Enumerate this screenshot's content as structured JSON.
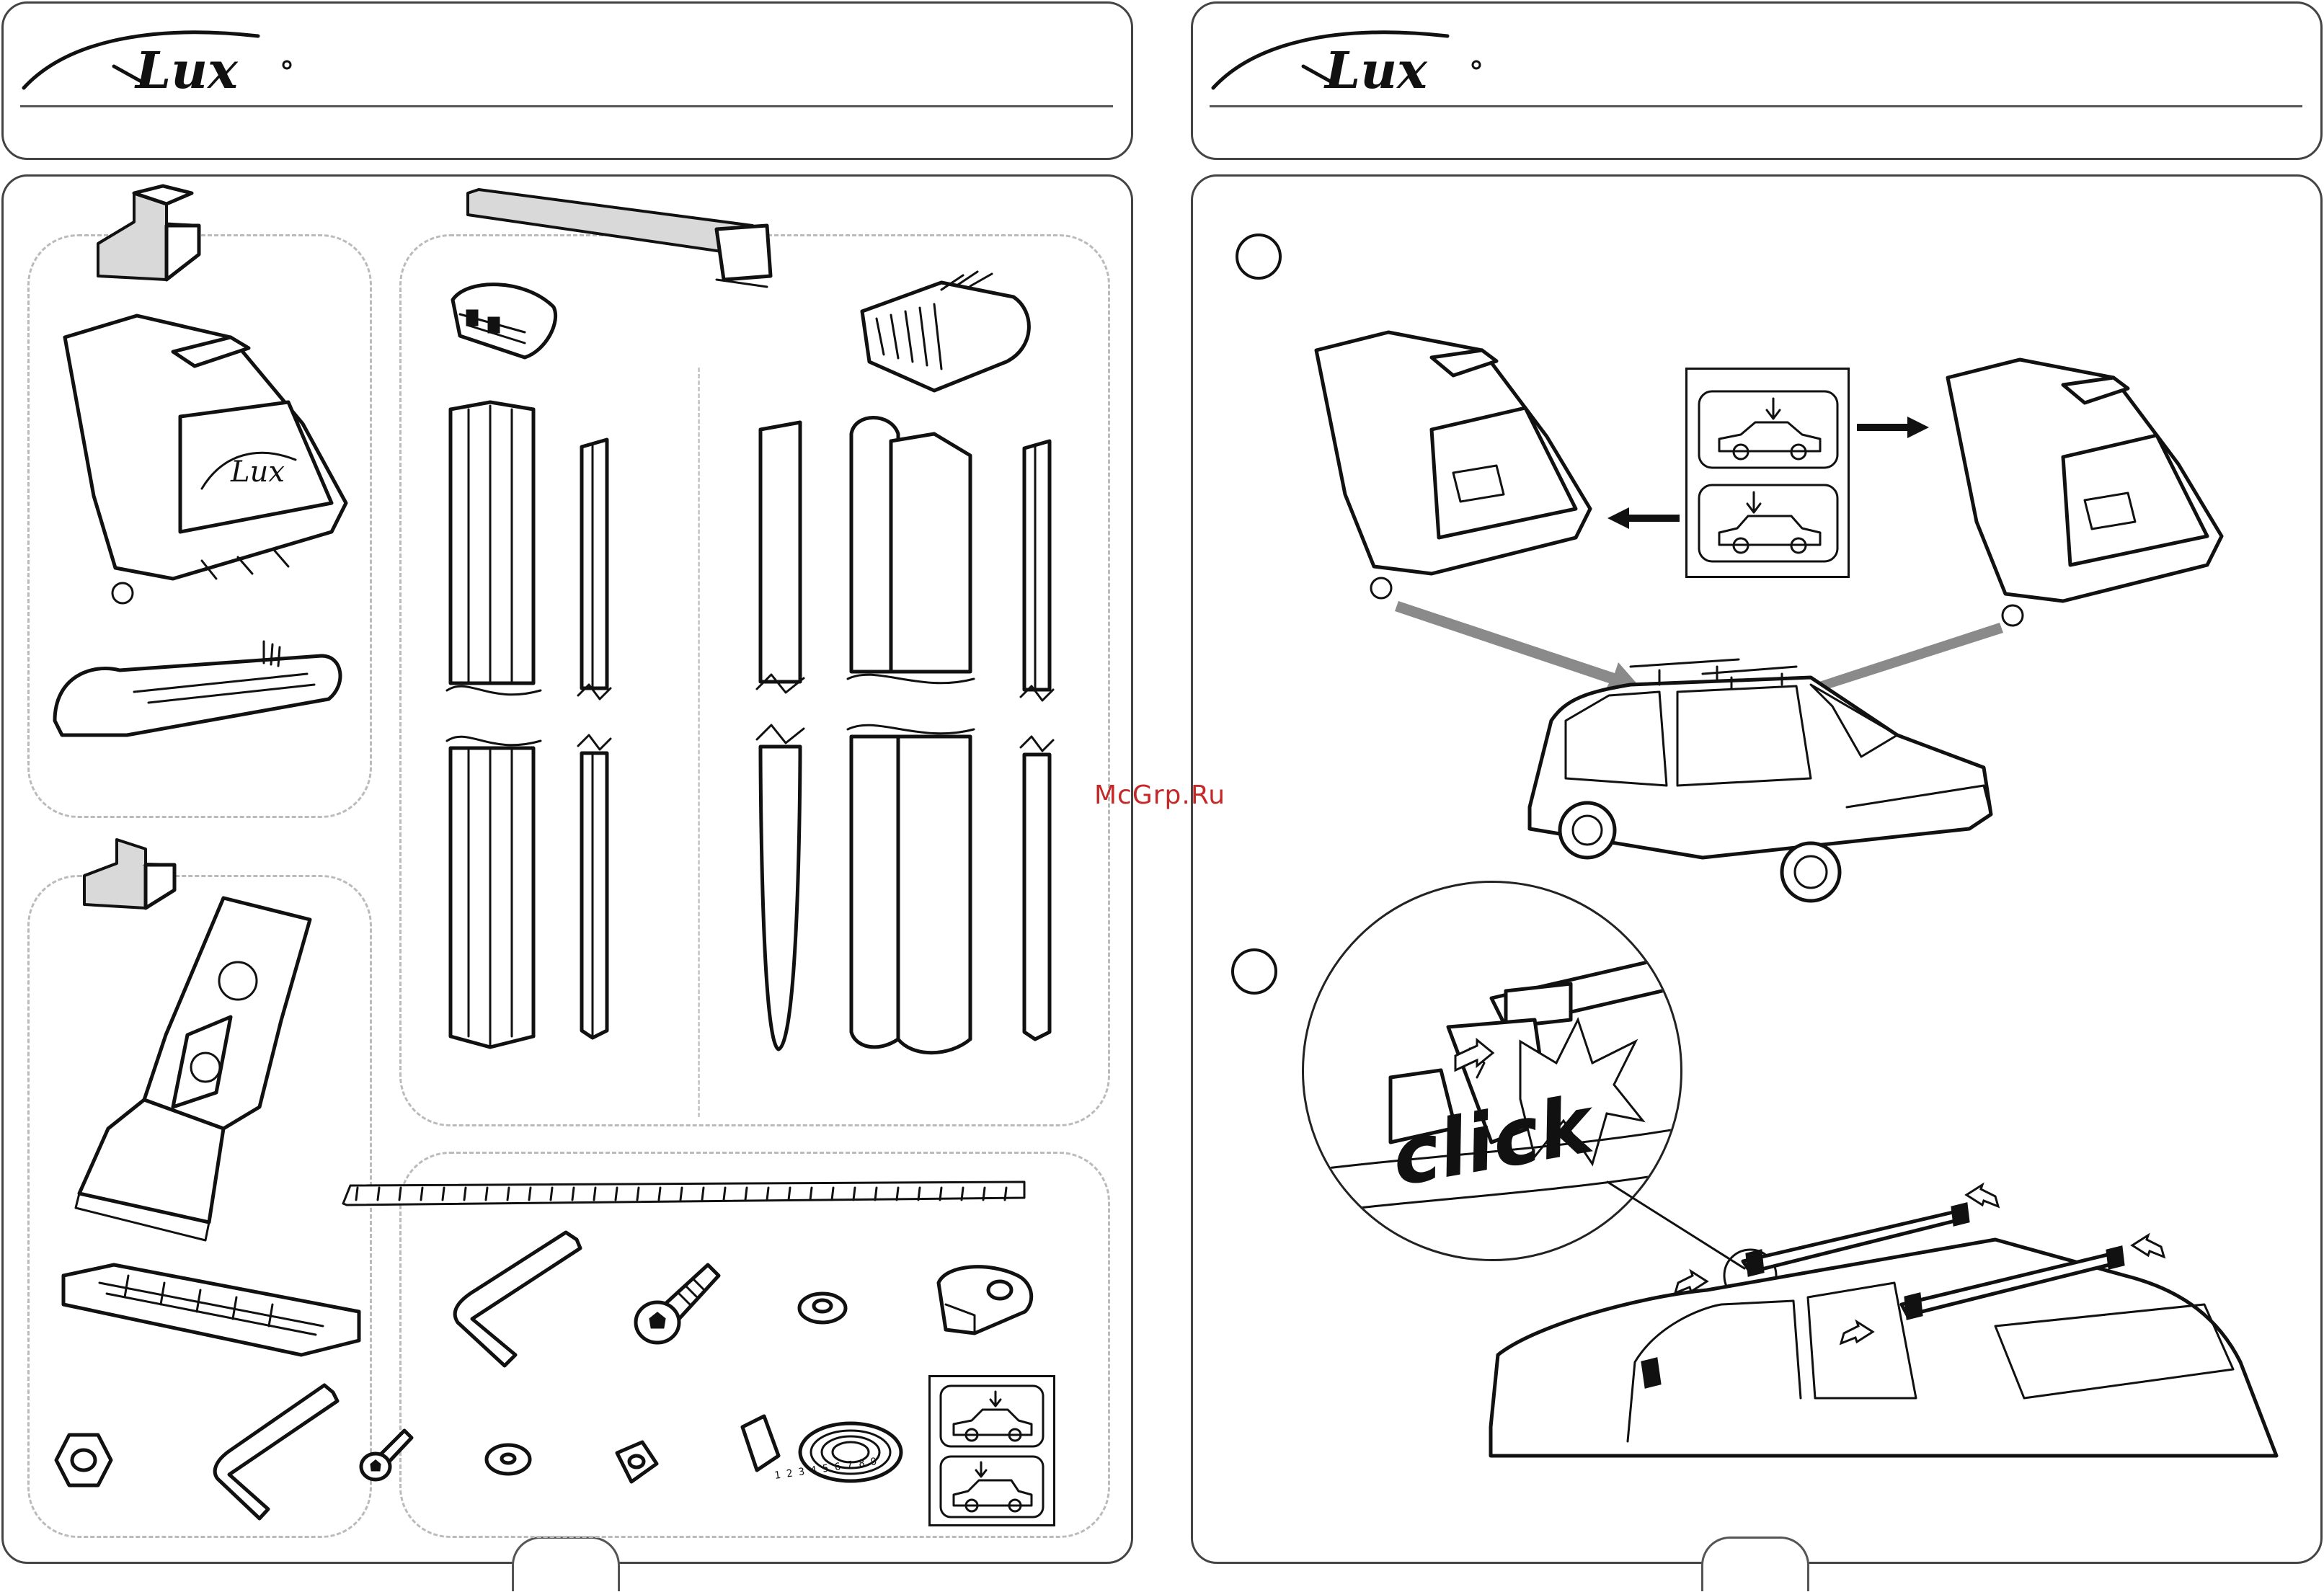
{
  "document": {
    "brand_left": "Lux",
    "brand_right": "Lux",
    "watermark": "McGrp.Ru",
    "step_numbers": [
      "",
      ""
    ],
    "click_label": "click",
    "tape_digits": "1 2 3 4 5 6 7 8 9"
  },
  "icons": {
    "logo": "lux-car-swoosh-logo",
    "box": "package-box-icon",
    "car_pictogram": "car-roof-pictogram",
    "arrow": "direction-arrow"
  },
  "colors": {
    "border": "#444444",
    "dashed": "#bbbbbb",
    "arrow_grey": "#8a8a8a",
    "watermark": "#c62828"
  }
}
